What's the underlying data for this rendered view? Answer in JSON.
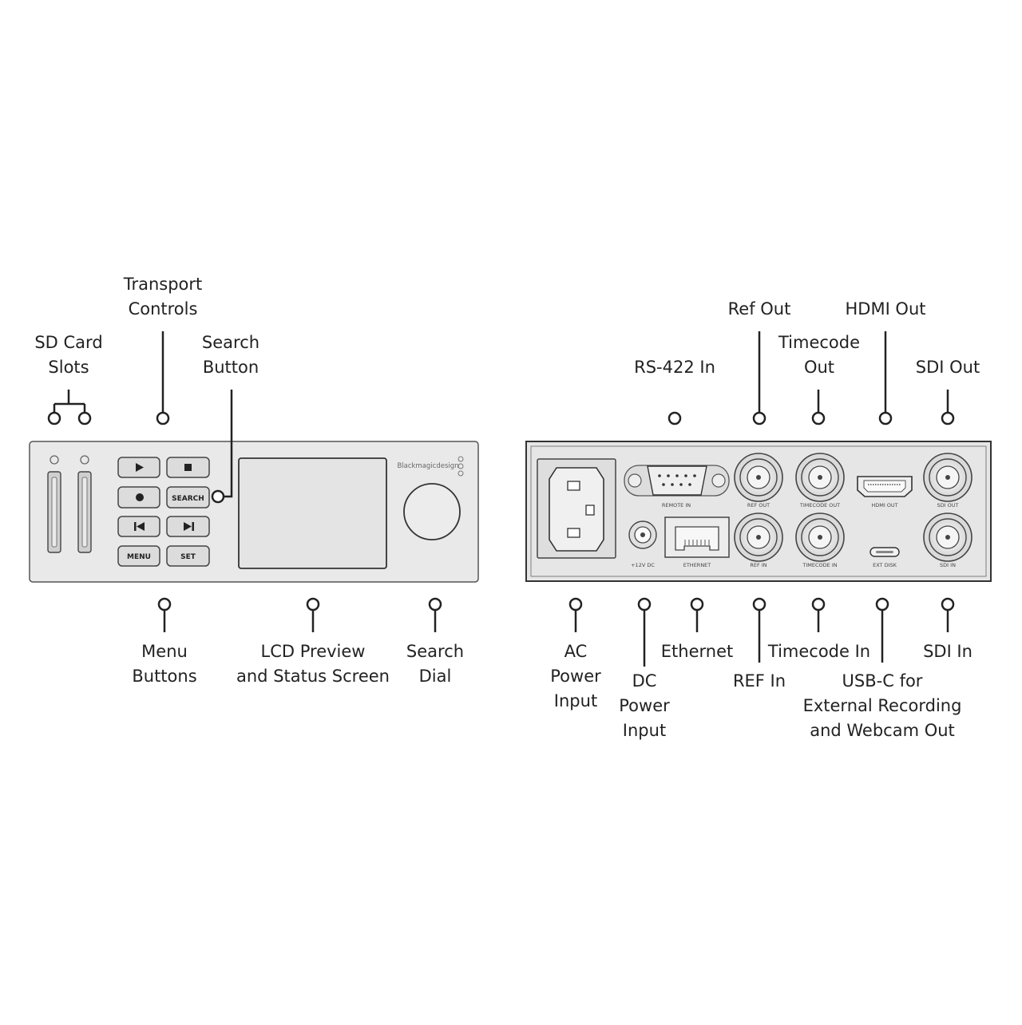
{
  "front_panel": {
    "callouts": {
      "sd_card_slots": [
        "SD Card",
        "Slots"
      ],
      "transport_controls": [
        "Transport",
        "Controls"
      ],
      "search_button": [
        "Search",
        "Button"
      ],
      "menu_buttons": [
        "Menu",
        "Buttons"
      ],
      "lcd_screen": [
        "LCD Preview",
        "and Status Screen"
      ],
      "search_dial": [
        "Search",
        "Dial"
      ]
    },
    "buttons": {
      "search_label": "SEARCH",
      "menu_label": "MENU",
      "set_label": "SET"
    },
    "brand_text": "Blackmagicdesign"
  },
  "rear_panel": {
    "callouts": {
      "rs422_in": [
        "RS-422 In"
      ],
      "ref_out": [
        "Ref Out"
      ],
      "timecode_out": [
        "Timecode",
        "Out"
      ],
      "hdmi_out": [
        "HDMI Out"
      ],
      "sdi_out": [
        "SDI Out"
      ],
      "ac_power": [
        "AC",
        "Power",
        "Input"
      ],
      "dc_power": [
        "DC",
        "Power",
        "Input"
      ],
      "ethernet": [
        "Ethernet"
      ],
      "ref_in": [
        "REF In"
      ],
      "timecode_in": [
        "Timecode In"
      ],
      "usb_c": [
        "USB-C for",
        "External Recording",
        "and Webcam Out"
      ],
      "sdi_in": [
        "SDI In"
      ]
    },
    "port_labels": {
      "remote_in": "REMOTE IN",
      "ref_out": "REF OUT",
      "timecode_out": "TIMECODE OUT",
      "hdmi_out": "HDMI OUT",
      "sdi_out": "SDI OUT",
      "dc_12v": "+12V DC",
      "ethernet": "ETHERNET",
      "ref_in": "REF IN",
      "timecode_in": "TIMECODE IN",
      "ext_disk": "EXT DISK",
      "sdi_in": "SDI IN"
    }
  }
}
